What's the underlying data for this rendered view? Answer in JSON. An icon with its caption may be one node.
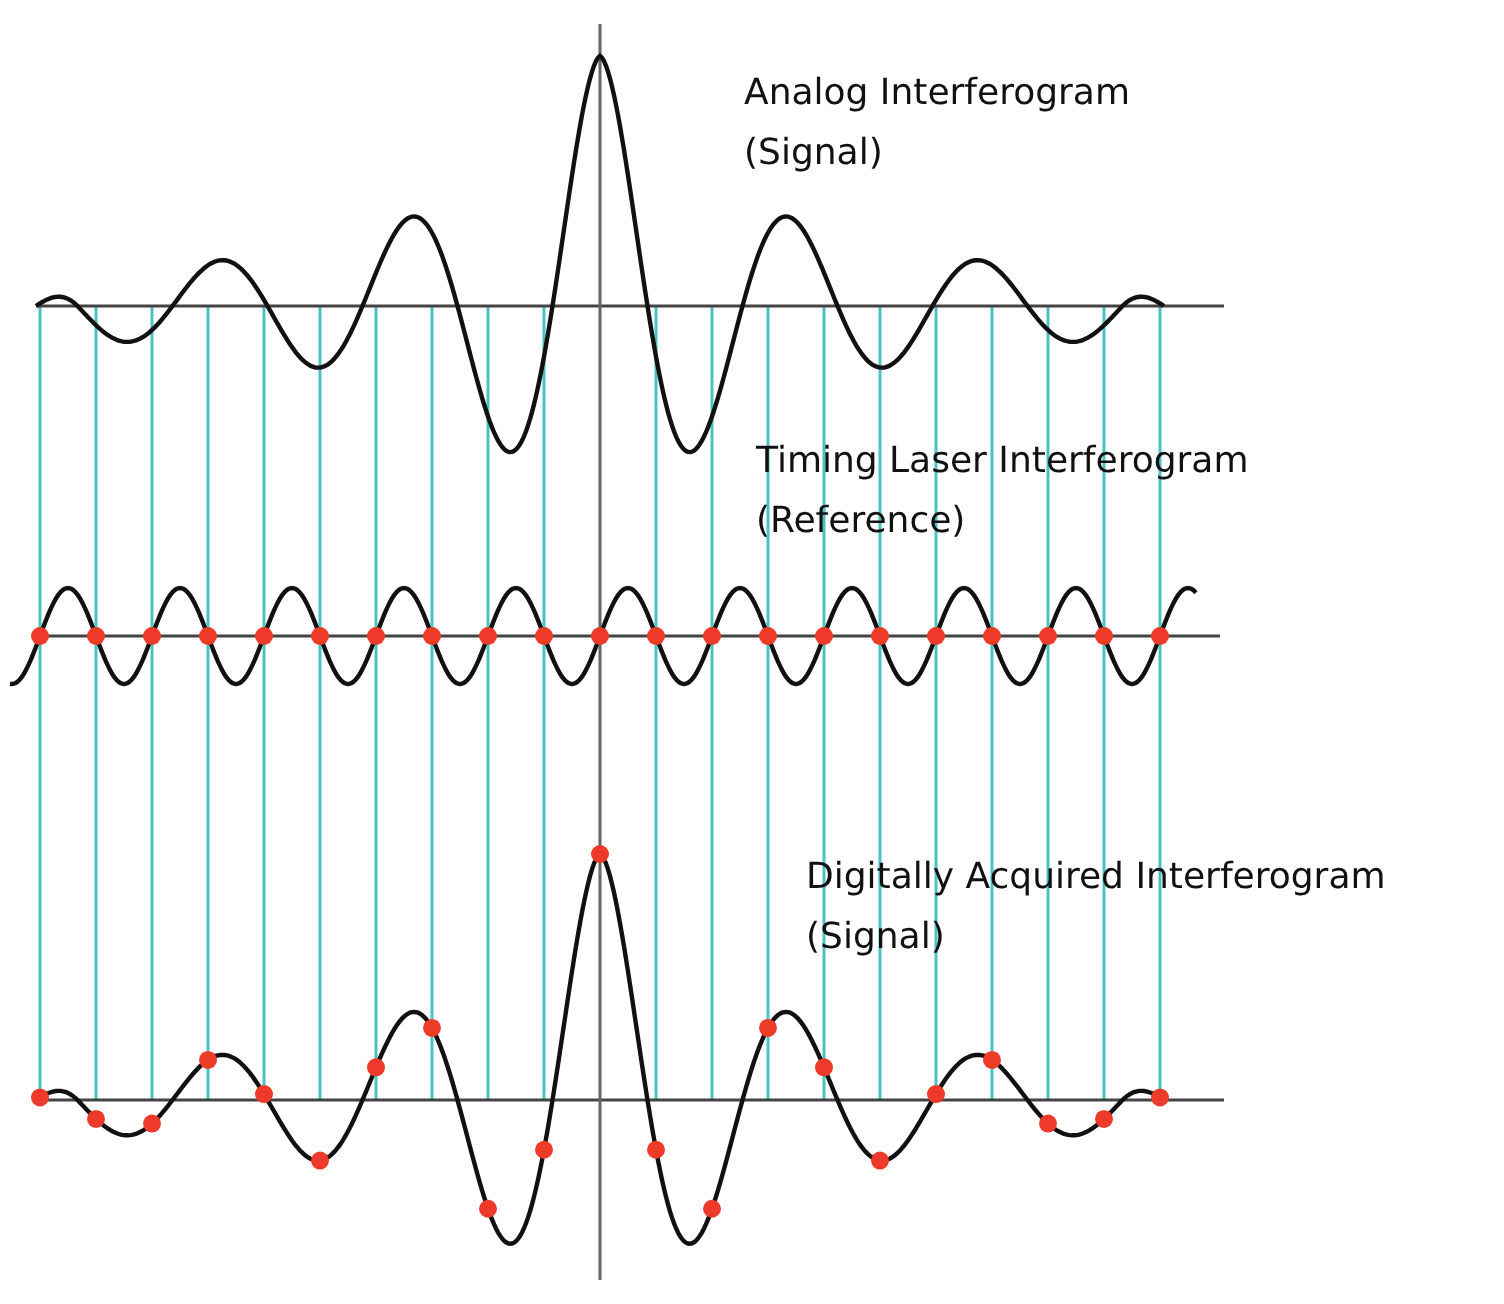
{
  "diagram": {
    "labels": [
      "Analog Interferogram (Signal)",
      "Timing Laser Interferogram (Reference)",
      "Digitally Acquired Interferogram (Signal)"
    ]
  }
}
